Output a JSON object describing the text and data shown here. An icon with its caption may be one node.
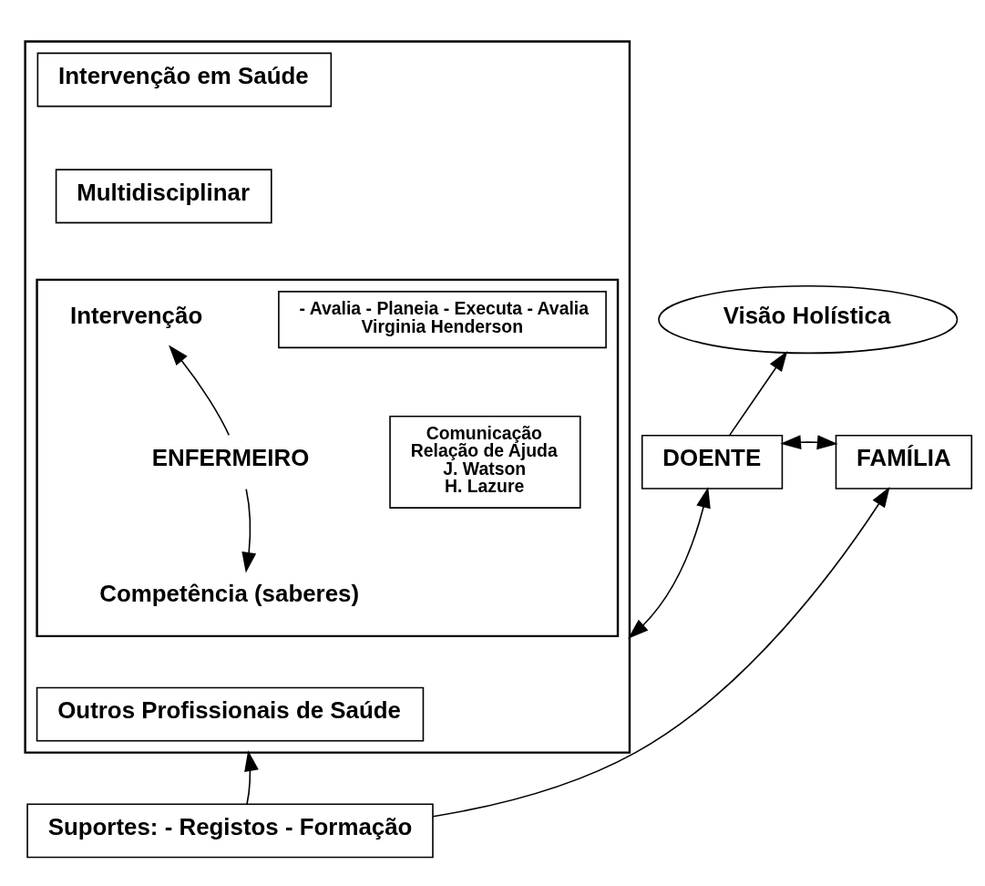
{
  "diagram": {
    "nodes": [
      {
        "text": [],
        "shape": "box"
      },
      {
        "text": [
          "Intervenção em Saúde"
        ],
        "in": 0
      },
      {
        "text": [
          "Multidisciplinar"
        ],
        "in": 0
      },
      {
        "text": [],
        "shape": "box",
        "in": 0
      },
      {
        "text": [
          "Intervenção"
        ],
        "in": 3
      },
      {
        "text": [
          "- Avalia - Planeia - Executa - Avalia",
          "Virginia Henderson"
        ],
        "in": 3
      },
      {
        "text": [
          "ENFERMEIRO"
        ],
        "in": 3
      },
      {
        "text": [
          "Comunicação",
          "Relação de Ajuda",
          "J. Watson",
          "H. Lazure"
        ],
        "in": 3
      },
      {
        "text": [
          "Competência (saberes)"
        ],
        "in": 3
      },
      {
        "text": [
          "Outros Profissionais de Saúde"
        ],
        "in": 0
      },
      {
        "text": [
          "Visão Holística"
        ]
      },
      {
        "text": [
          "DOENTE"
        ]
      },
      {
        "text": [
          "FAMÍLIA"
        ]
      },
      {
        "text": [
          "Suportes: - Registos - Formação"
        ]
      }
    ],
    "edges": [
      {
        "from": 6,
        "to": 4,
        "arrow": "to"
      },
      {
        "from": 6,
        "to": 8,
        "arrow": "to"
      },
      {
        "from": 0,
        "to": 11,
        "arrow": "both"
      },
      {
        "from": 11,
        "to": 10,
        "arrow": "to"
      },
      {
        "from": 11,
        "to": 12,
        "arrow": "both"
      },
      {
        "from": 13,
        "to": 0,
        "arrow": "to"
      },
      {
        "from": 13,
        "to": 12,
        "arrow": "to"
      }
    ]
  }
}
